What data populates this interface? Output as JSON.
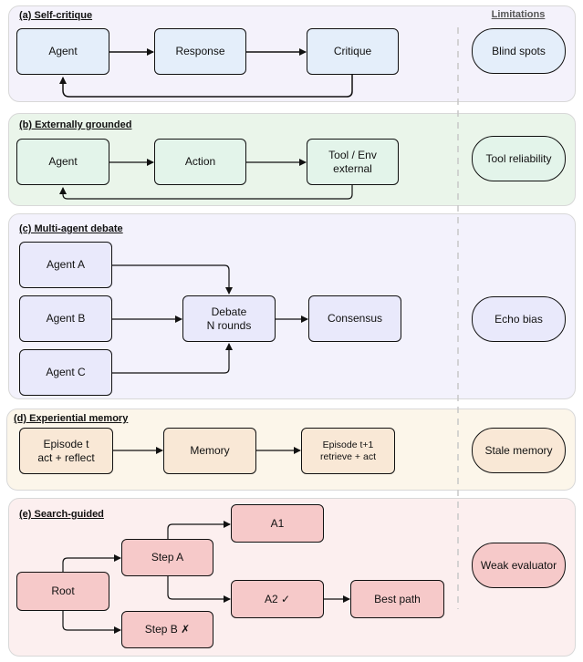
{
  "limitations_header": "Limitations",
  "panels": {
    "a": {
      "title": "(a) Self-critique",
      "nodes": [
        "Agent",
        "Response",
        "Critique"
      ],
      "limitation": "Blind spots",
      "colors": {
        "panel": "#f4f2fb",
        "node": "#e4eefa",
        "pill": "#e4eefa"
      }
    },
    "b": {
      "title": "(b) Externally grounded",
      "nodes": [
        "Agent",
        "Action",
        "Tool / Env\nexternal"
      ],
      "limitation": "Tool reliability",
      "colors": {
        "panel": "#eaf5ea",
        "node": "#e3f4ea",
        "pill": "#e3f4ea"
      }
    },
    "c": {
      "title": "(c) Multi-agent debate",
      "nodes": [
        "Agent A",
        "Agent B",
        "Agent C",
        "Debate\nN rounds",
        "Consensus"
      ],
      "limitation": "Echo bias",
      "colors": {
        "panel": "#f3f2fc",
        "node": "#e9e9fb",
        "pill": "#e9e9fb"
      }
    },
    "d": {
      "title": "(d) Experiential memory",
      "nodes": [
        "Episode t\nact + reflect",
        "Memory",
        "Episode t+1\nretrieve + act"
      ],
      "limitation": "Stale memory",
      "colors": {
        "panel": "#fcf6ea",
        "node": "#f9e8d6",
        "pill": "#f9e8d6"
      }
    },
    "e": {
      "title": "(e) Search-guided",
      "nodes": [
        "Root",
        "Step A",
        "Step B ✗",
        "A1",
        "A2 ✓",
        "Best path"
      ],
      "limitation": "Weak evaluator",
      "colors": {
        "panel": "#fcefef",
        "node": "#f6c9c9",
        "pill": "#f6c9c9"
      }
    }
  }
}
